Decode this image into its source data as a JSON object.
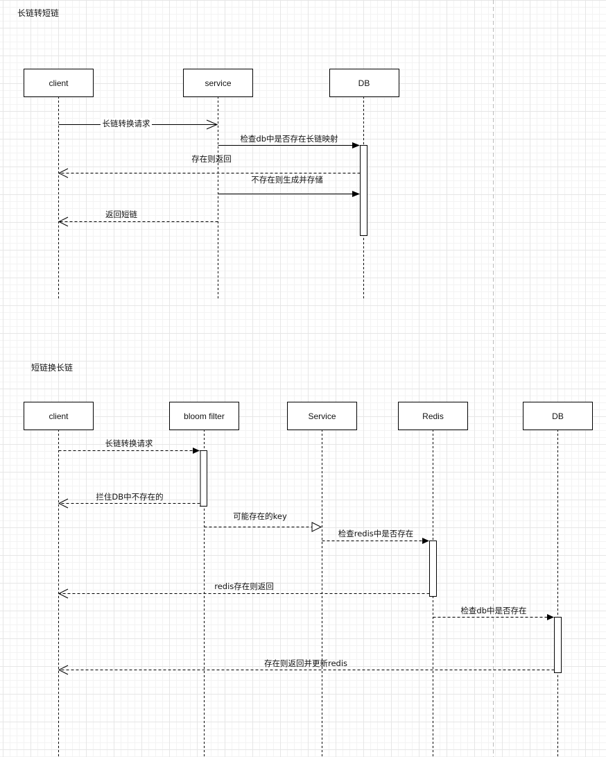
{
  "page_divider": {
    "color": "#bbbbbb"
  },
  "colors": {
    "line": "#000000",
    "activation_edge_gray": "#7f7f7f",
    "label_bg": "#ffffff"
  },
  "diagrams": [
    {
      "title": "长链转短链",
      "participants": [
        {
          "id": "client",
          "label": "client"
        },
        {
          "id": "service",
          "label": "service"
        },
        {
          "id": "db",
          "label": "DB"
        }
      ],
      "activations": [
        {
          "participant": "db",
          "from_message": 1,
          "to_message": 3
        }
      ],
      "messages": [
        {
          "from": "client",
          "to": "service",
          "label": "长链转换请求",
          "style": "solid",
          "arrow": "open"
        },
        {
          "from": "service",
          "to": "db",
          "label": "检查db中是否存在长链映射",
          "style": "solid",
          "arrow": "filled"
        },
        {
          "from": "db",
          "to": "client",
          "label": "存在则返回",
          "style": "dashed",
          "arrow": "open"
        },
        {
          "from": "service",
          "to": "db",
          "label": "不存在则生成并存储",
          "style": "solid",
          "arrow": "filled"
        },
        {
          "from": "service",
          "to": "client",
          "label": "返回短链",
          "style": "dashed",
          "arrow": "open"
        }
      ]
    },
    {
      "title": "短链换长链",
      "participants": [
        {
          "id": "client",
          "label": "client"
        },
        {
          "id": "bloom",
          "label": "bloom filter"
        },
        {
          "id": "service",
          "label": "Service"
        },
        {
          "id": "redis",
          "label": "Redis"
        },
        {
          "id": "db",
          "label": "DB"
        }
      ],
      "messages": [
        {
          "from": "client",
          "to": "bloom",
          "label": "长链转换请求",
          "style": "dashed",
          "arrow": "filled"
        },
        {
          "from": "bloom",
          "to": "client",
          "label": "拦住DB中不存在的",
          "style": "dashed",
          "arrow": "open"
        },
        {
          "from": "bloom",
          "to": "service",
          "label": "可能存在的key",
          "style": "dashed",
          "arrow": "hollow-triangle"
        },
        {
          "from": "service",
          "to": "redis",
          "label": "检查redis中是否存在",
          "style": "dashed",
          "arrow": "filled"
        },
        {
          "from": "redis",
          "to": "client",
          "label": "redis存在则返回",
          "style": "dashed",
          "arrow": "open"
        },
        {
          "from": "redis",
          "to": "db",
          "label": "检查db中是否存在",
          "style": "dashed",
          "arrow": "filled"
        },
        {
          "from": "db",
          "to": "client",
          "label": "存在则返回并更新redis",
          "style": "dashed",
          "arrow": "open"
        }
      ]
    }
  ]
}
